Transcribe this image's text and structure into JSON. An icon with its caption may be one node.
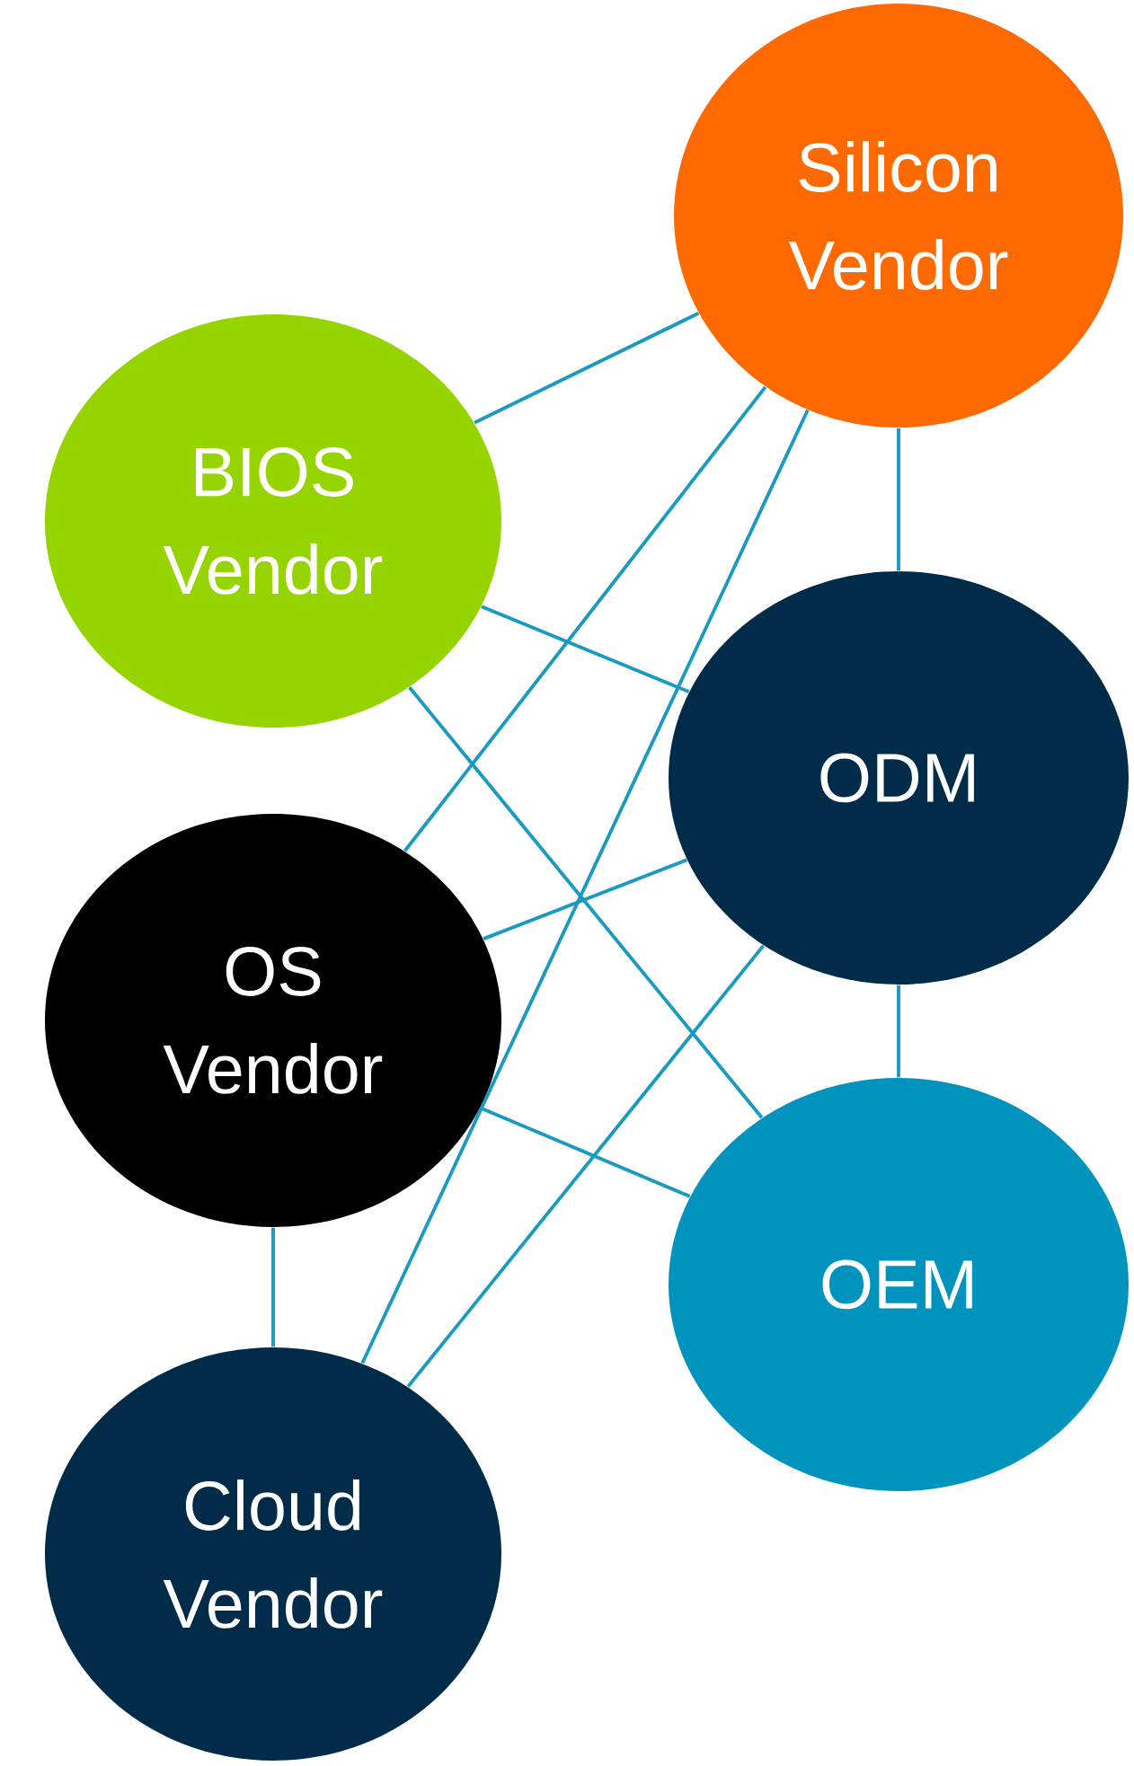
{
  "diagram": {
    "nodes": [
      {
        "text": [
          "Silicon Vendor"
        ]
      },
      {
        "text": [
          "BIOS Vendor"
        ]
      },
      {
        "text": [
          "ODM"
        ]
      },
      {
        "text": [
          "OS Vendor"
        ]
      },
      {
        "text": [
          "OEM"
        ]
      },
      {
        "text": [
          "Cloud Vendor"
        ]
      }
    ],
    "edges": [
      {
        "from": 0,
        "to": 1,
        "arrow": "none"
      },
      {
        "from": 0,
        "to": 3,
        "arrow": "none"
      },
      {
        "from": 0,
        "to": 5,
        "arrow": "none"
      },
      {
        "from": 0,
        "to": 2,
        "arrow": "none"
      },
      {
        "from": 1,
        "to": 2,
        "arrow": "none"
      },
      {
        "from": 1,
        "to": 4,
        "arrow": "none"
      },
      {
        "from": 3,
        "to": 2,
        "arrow": "none"
      },
      {
        "from": 3,
        "to": 4,
        "arrow": "none"
      },
      {
        "from": 3,
        "to": 5,
        "arrow": "none"
      },
      {
        "from": 2,
        "to": 4,
        "arrow": "none"
      },
      {
        "from": 2,
        "to": 5,
        "arrow": "none"
      }
    ]
  }
}
